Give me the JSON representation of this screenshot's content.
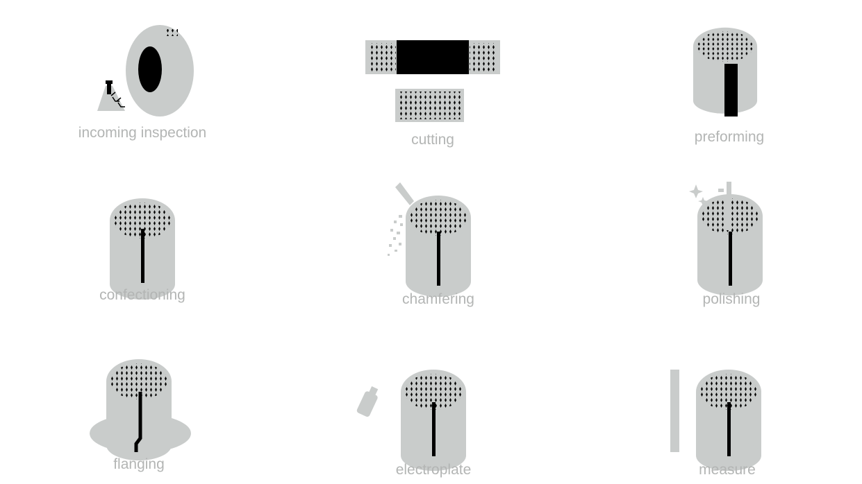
{
  "title": "Manufacturing process steps",
  "colors": {
    "part": "#c9cccb",
    "label": "#b3b5b4",
    "ink": "#000000"
  },
  "steps": [
    {
      "label": "incoming inspection",
      "icon": "wheel-with-flask-icon"
    },
    {
      "label": "cutting",
      "icon": "cut-sheet-icon"
    },
    {
      "label": "preforming",
      "icon": "preformed-cylinder-icon"
    },
    {
      "label": "confectioning",
      "icon": "cylinder-icon"
    },
    {
      "label": "chamfering",
      "icon": "chamfer-tool-cylinder-icon"
    },
    {
      "label": "polishing",
      "icon": "polish-sparkle-cylinder-icon"
    },
    {
      "label": "flanging",
      "icon": "flanged-cylinder-icon"
    },
    {
      "label": "electroplate",
      "icon": "bottle-cylinder-icon"
    },
    {
      "label": "measure",
      "icon": "ruler-cylinder-icon"
    }
  ]
}
